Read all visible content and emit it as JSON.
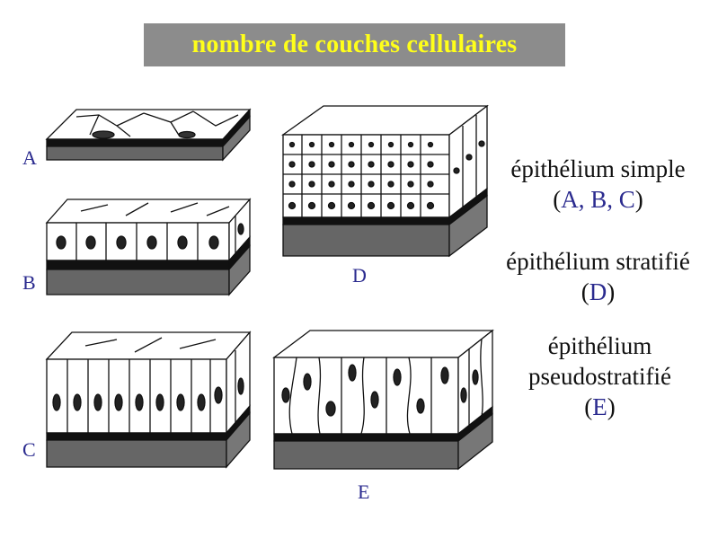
{
  "title": "nombre de couches cellulaires",
  "panels": {
    "a": "A",
    "b": "B",
    "c": "C",
    "d": "D",
    "e": "E"
  },
  "descriptions": {
    "simple": {
      "line1": "épithélium simple",
      "open": "(",
      "refs": "A, B, C",
      "close": ")"
    },
    "stratified": {
      "line1": "épithélium stratifié",
      "open": "(",
      "refs": "D",
      "close": ")"
    },
    "pseudo": {
      "line1": "épithélium",
      "line2": "pseudostratifié",
      "open": "(",
      "refs": "E",
      "close": ")"
    }
  },
  "colors": {
    "title_bg": "#8c8c8c",
    "title_text": "#ffff1a",
    "label_blue": "#2b2b8f",
    "membrane": "#1a1a1a",
    "tissue": "#555555"
  }
}
